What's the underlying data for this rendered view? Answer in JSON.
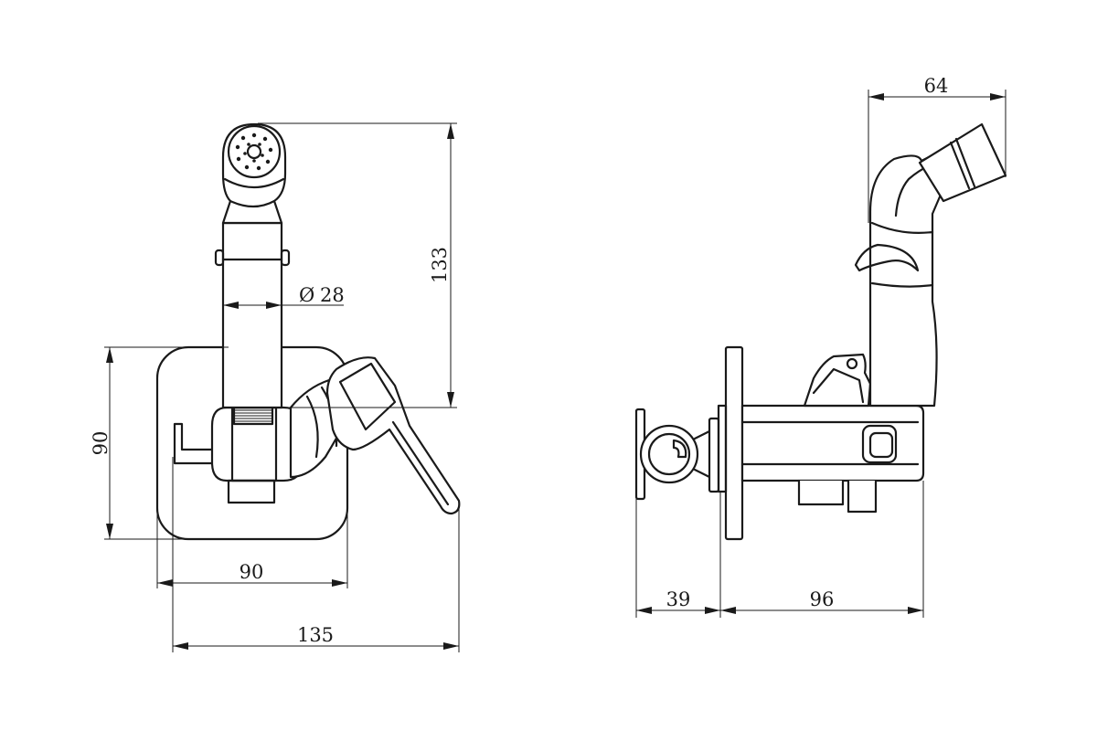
{
  "front_view": {
    "diameter_symbol": "Ø",
    "diameter_value": "28",
    "height_value": "133",
    "plate_height_value": "90",
    "plate_width_value": "90",
    "overall_width_value": "135"
  },
  "side_view": {
    "handshower_width_value": "64",
    "holder_depth_value": "39",
    "body_depth_value": "96"
  }
}
